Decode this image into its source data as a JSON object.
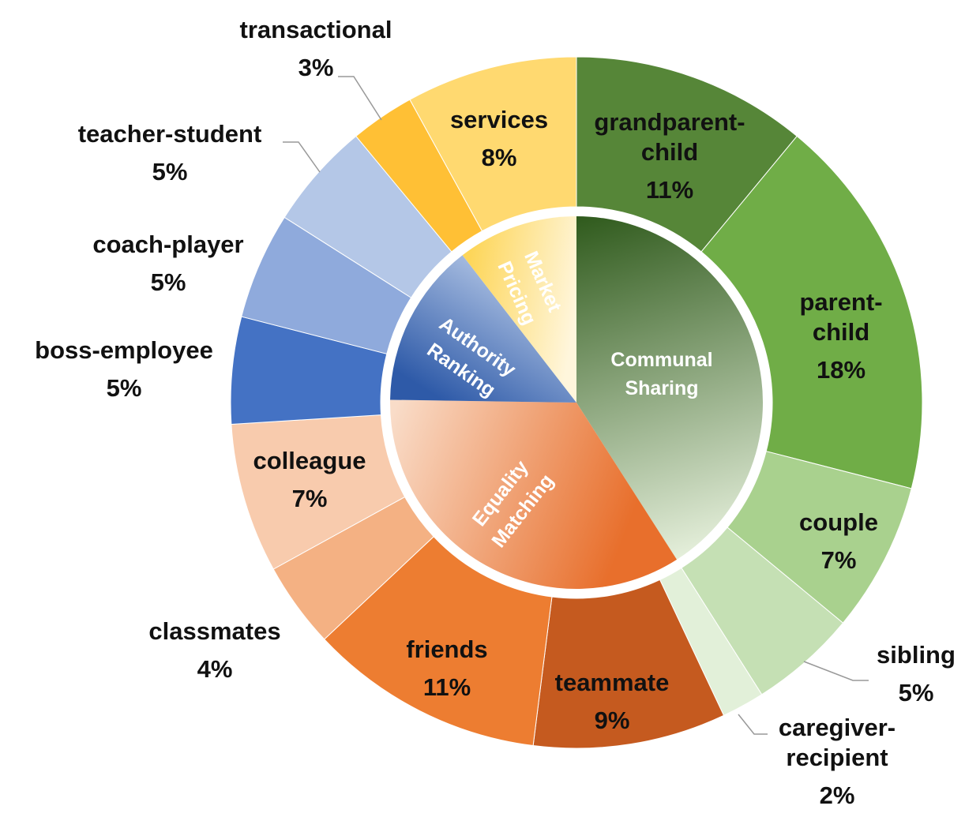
{
  "chart_data": {
    "type": "pie",
    "variant": "nested-donut",
    "title": "",
    "legend": "none",
    "inner_ring": [
      {
        "name": "Communal Sharing",
        "value": 43,
        "color_start": "#2f5a1c",
        "color_end": "#e6f0dc"
      },
      {
        "name": "Equality Matching",
        "value": 36,
        "color_start": "#e86f2c",
        "color_end": "#f9dcc8"
      },
      {
        "name": "Authority Ranking",
        "value": 15,
        "color_start": "#2e5aa8",
        "color_end": "#c9d8f0"
      },
      {
        "name": "Market Pricing",
        "value": 11,
        "color_start": "#fdd65a",
        "color_end": "#fff6dc"
      }
    ],
    "outer_ring": [
      {
        "name": "grandparent-child",
        "label_lines": [
          "grandparent-",
          "child"
        ],
        "pct": "11%",
        "value": 11,
        "color": "#568638",
        "group": "Communal Sharing"
      },
      {
        "name": "parent-child",
        "label_lines": [
          "parent-",
          "child"
        ],
        "pct": "18%",
        "value": 18,
        "color": "#70ad47",
        "group": "Communal Sharing"
      },
      {
        "name": "couple",
        "label_lines": [
          "couple"
        ],
        "pct": "7%",
        "value": 7,
        "color": "#a9d18e",
        "group": "Communal Sharing"
      },
      {
        "name": "sibling",
        "label_lines": [
          "sibling"
        ],
        "pct": "5%",
        "value": 5,
        "color": "#c5e0b4",
        "group": "Communal Sharing"
      },
      {
        "name": "caregiver-recipient",
        "label_lines": [
          "caregiver-",
          "recipient"
        ],
        "pct": "2%",
        "value": 2,
        "color": "#e2f0d9",
        "group": "Communal Sharing"
      },
      {
        "name": "teammate",
        "label_lines": [
          "teammate"
        ],
        "pct": "9%",
        "value": 9,
        "color": "#c55a1f",
        "group": "Equality Matching"
      },
      {
        "name": "friends",
        "label_lines": [
          "friends"
        ],
        "pct": "11%",
        "value": 11,
        "color": "#ed7d31",
        "group": "Equality Matching"
      },
      {
        "name": "classmates",
        "label_lines": [
          "classmates"
        ],
        "pct": "4%",
        "value": 4,
        "color": "#f4b183",
        "group": "Equality Matching"
      },
      {
        "name": "colleague",
        "label_lines": [
          "colleague"
        ],
        "pct": "7%",
        "value": 7,
        "color": "#f8cbad",
        "group": "Equality Matching"
      },
      {
        "name": "boss-employee",
        "label_lines": [
          "boss-employee"
        ],
        "pct": "5%",
        "value": 5,
        "color": "#4472c4",
        "group": "Authority Ranking"
      },
      {
        "name": "coach-player",
        "label_lines": [
          "coach-player"
        ],
        "pct": "5%",
        "value": 5,
        "color": "#8faadc",
        "group": "Authority Ranking"
      },
      {
        "name": "teacher-student",
        "label_lines": [
          "teacher-student"
        ],
        "pct": "5%",
        "value": 5,
        "color": "#b4c7e7",
        "group": "Authority Ranking"
      },
      {
        "name": "transactional",
        "label_lines": [
          "transactional"
        ],
        "pct": "3%",
        "value": 3,
        "color": "#ffc035",
        "group": "Market Pricing"
      },
      {
        "name": "services",
        "label_lines": [
          "services"
        ],
        "pct": "8%",
        "value": 8,
        "color": "#ffd970",
        "group": "Market Pricing"
      }
    ]
  }
}
